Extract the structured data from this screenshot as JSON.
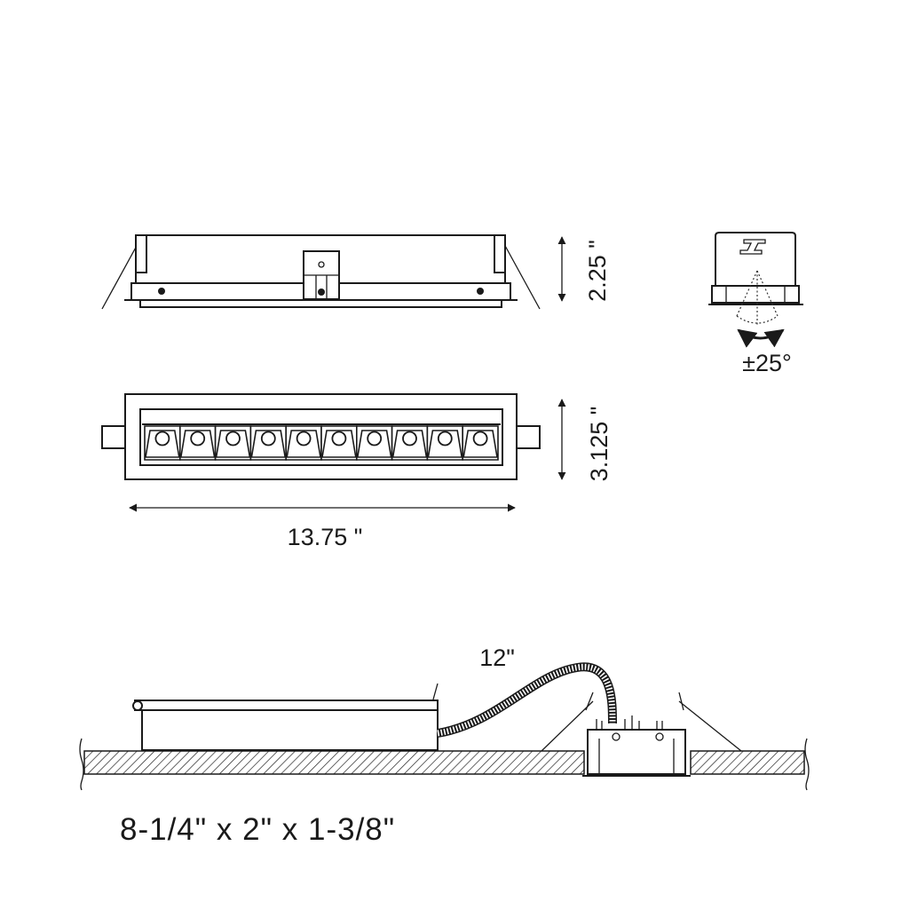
{
  "dimensions": {
    "height_label": "2.25 \"",
    "width_label": "3.125 \"",
    "length_label": "13.75 \"",
    "tilt_label": "±25°",
    "cable_length_label": "12\"",
    "driver_box_label": "8-1/4\" x 2\" x 1-3/8\""
  },
  "colors": {
    "line": "#1a1a1a",
    "background": "#ffffff"
  }
}
